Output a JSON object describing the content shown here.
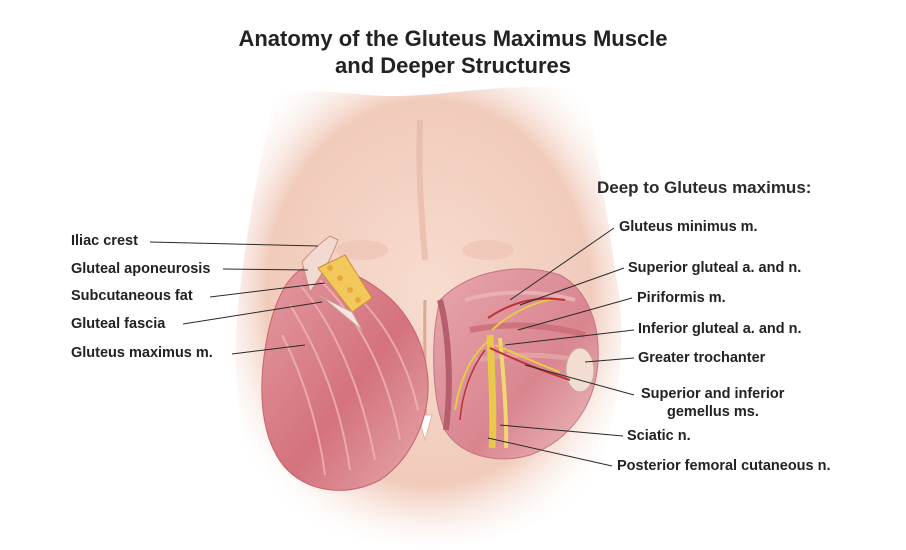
{
  "title": {
    "line1": "Anatomy of the Gluteus Maximus Muscle",
    "line2": "and Deeper Structures"
  },
  "left_labels": [
    "Iliac crest",
    "Gluteal aponeurosis",
    "Subcutaneous fat",
    "Gluteal fascia",
    "Gluteus maximus m."
  ],
  "deep_heading": "Deep to Gluteus maximus:",
  "right_labels": [
    "Gluteus minimus m.",
    "Superior gluteal a. and n.",
    "Piriformis m.",
    "Inferior gluteal a. and n.",
    "Greater trochanter",
    "Superior and inferior",
    "gemellus ms.",
    "Sciatic n.",
    "Posterior femoral cutaneous n."
  ],
  "colors": {
    "skin": "#f4d3c6",
    "muscle": "#d9808a",
    "fat": "#f2c85a",
    "nerve": "#e8c94a",
    "artery": "#c0303a",
    "text": "#222222"
  }
}
